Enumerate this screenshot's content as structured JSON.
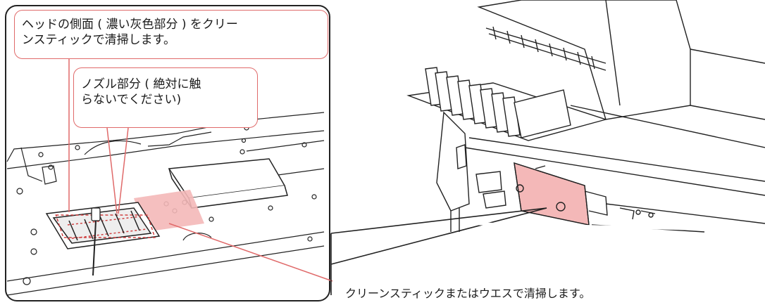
{
  "callouts": {
    "head_side": "ヘッドの側面 ( 濃い灰色部分 ) をクリー\nンスティックで清掃します。",
    "nozzle": "ノズル部分 ( 絶対に触\nらないでください)"
  },
  "caption": "クリーンスティックまたはウエスで清掃します。",
  "colors": {
    "highlight": "#f4b8b8",
    "leader": "#e06a6a",
    "line": "#222222"
  }
}
